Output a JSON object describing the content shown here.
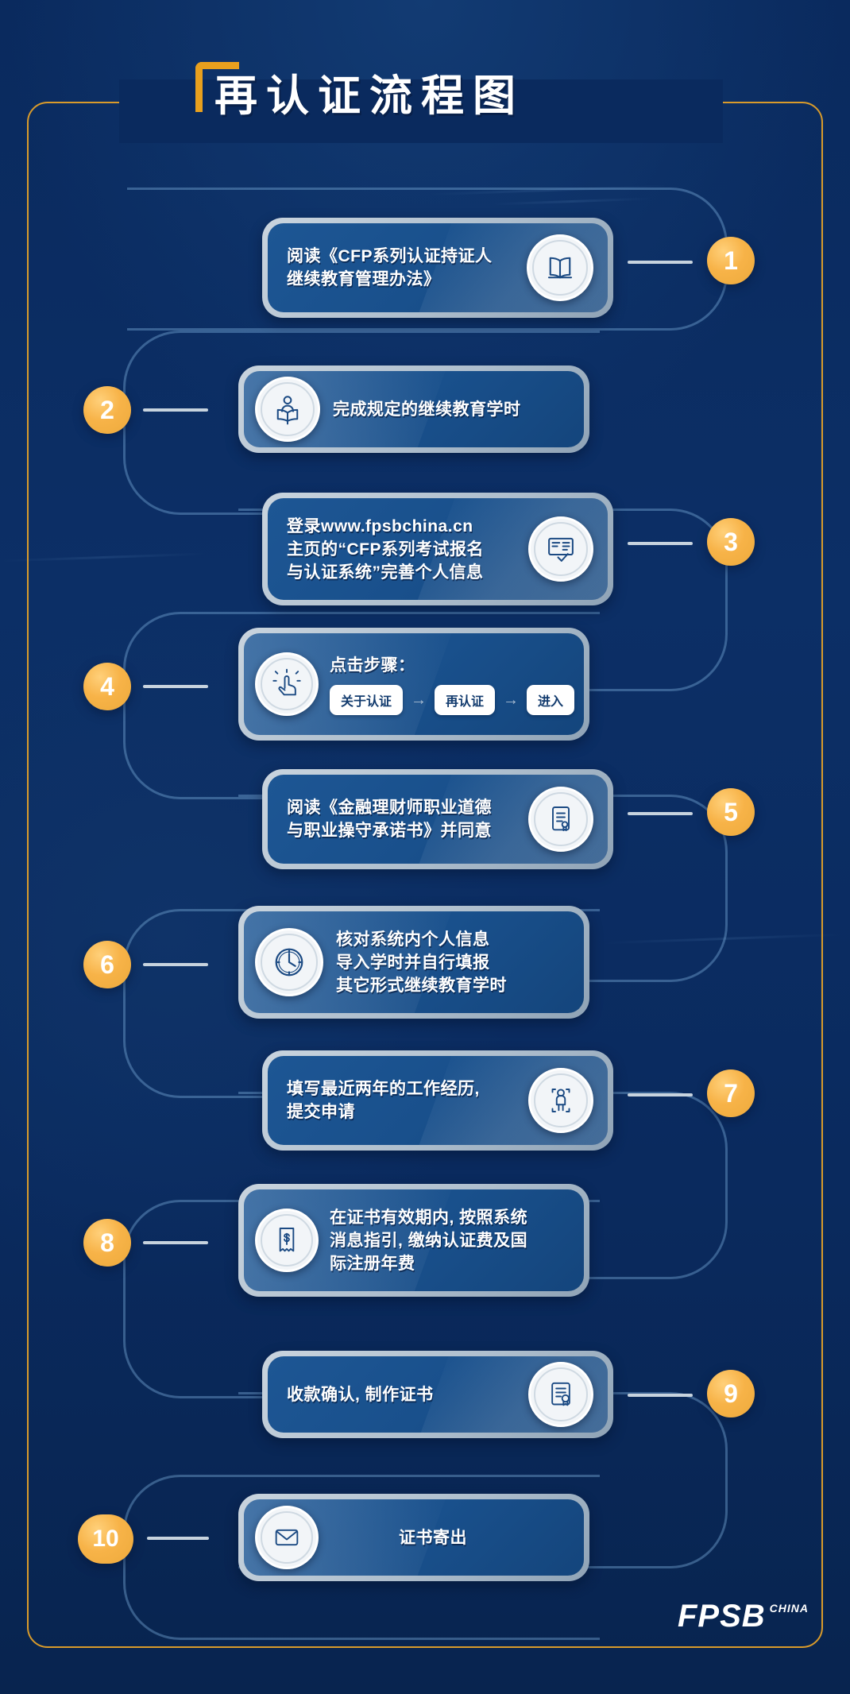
{
  "page": {
    "title": "再认证流程图",
    "background_color": "#0a2a5e",
    "accent_color": "#e8a01e",
    "badge_color": "#f7b348",
    "card_color": "#1d5694"
  },
  "steps": [
    {
      "number": "1",
      "side": "right",
      "icon": "open-book-icon",
      "lines": [
        "阅读《CFP系列认证持证人",
        "继续教育管理办法》"
      ]
    },
    {
      "number": "2",
      "side": "left",
      "icon": "person-reading-icon",
      "lines": [
        "完成规定的继续教育学时"
      ]
    },
    {
      "number": "3",
      "side": "right",
      "icon": "online-registration-icon",
      "lines": [
        "登录www.fpsbchina.cn",
        "主页的“CFP系列考试报名",
        "与认证系统”完善个人信息"
      ]
    },
    {
      "number": "4",
      "side": "left",
      "icon": "click-hand-icon",
      "lines": [
        "点击步骤："
      ],
      "pills": [
        "关于认证",
        "再认证",
        "进入"
      ],
      "pill_arrow": "→"
    },
    {
      "number": "5",
      "side": "right",
      "icon": "certificate-document-icon",
      "lines": [
        "阅读《金融理财师职业道德",
        "与职业操守承诺书》并同意"
      ]
    },
    {
      "number": "6",
      "side": "left",
      "icon": "clock-icon",
      "lines": [
        "核对系统内个人信息",
        "导入学时并自行填报",
        "其它形式继续教育学时"
      ]
    },
    {
      "number": "7",
      "side": "right",
      "icon": "work-experience-icon",
      "lines": [
        "填写最近两年的工作经历,",
        "提交申请"
      ]
    },
    {
      "number": "8",
      "side": "left",
      "icon": "payment-invoice-icon",
      "lines": [
        "在证书有效期内, 按照系统",
        "消息指引, 缴纳认证费及国",
        "际注册年费"
      ]
    },
    {
      "number": "9",
      "side": "right",
      "icon": "award-certificate-icon",
      "lines": [
        "收款确认, 制作证书"
      ]
    },
    {
      "number": "10",
      "side": "left",
      "icon": "envelope-icon",
      "lines": [
        "证书寄出"
      ]
    }
  ],
  "footer": {
    "logo_main": "FPSB",
    "logo_sub": "CHINA"
  }
}
